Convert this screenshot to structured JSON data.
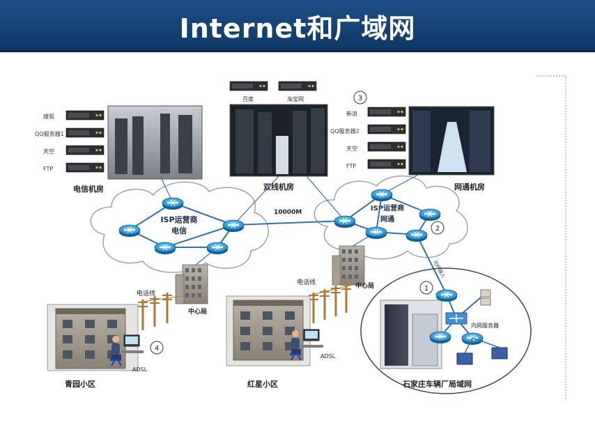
{
  "title": "Internet和广域网",
  "rooms": {
    "telecom": {
      "label": "电信机房",
      "servers": [
        "搜狐",
        "QQ服务器1",
        "天空",
        "FTP"
      ]
    },
    "dual": {
      "label": "双线机房",
      "servers": [
        "百度",
        "淘宝网"
      ]
    },
    "netcom": {
      "label": "网通机房",
      "servers": [
        "新浪",
        "QQ服务器2",
        "天空",
        "FTP"
      ]
    }
  },
  "clouds": {
    "telecom": {
      "line1": "ISP运营商",
      "line2": "电信"
    },
    "netcom": {
      "line1": "ISP运营商",
      "line2": "网通"
    }
  },
  "link_label": "10000M",
  "central_office": "中心局",
  "phone_line": "电话线",
  "adsl": "ADSL",
  "communities": {
    "qingyuan": "青园小区",
    "hongxing": "红星小区"
  },
  "wan": {
    "label": "石家庄车辆厂局域网",
    "intranet_server": "内网服务器",
    "leased_line": "光纤接入"
  },
  "markers": [
    "1",
    "2",
    "3",
    "4"
  ]
}
